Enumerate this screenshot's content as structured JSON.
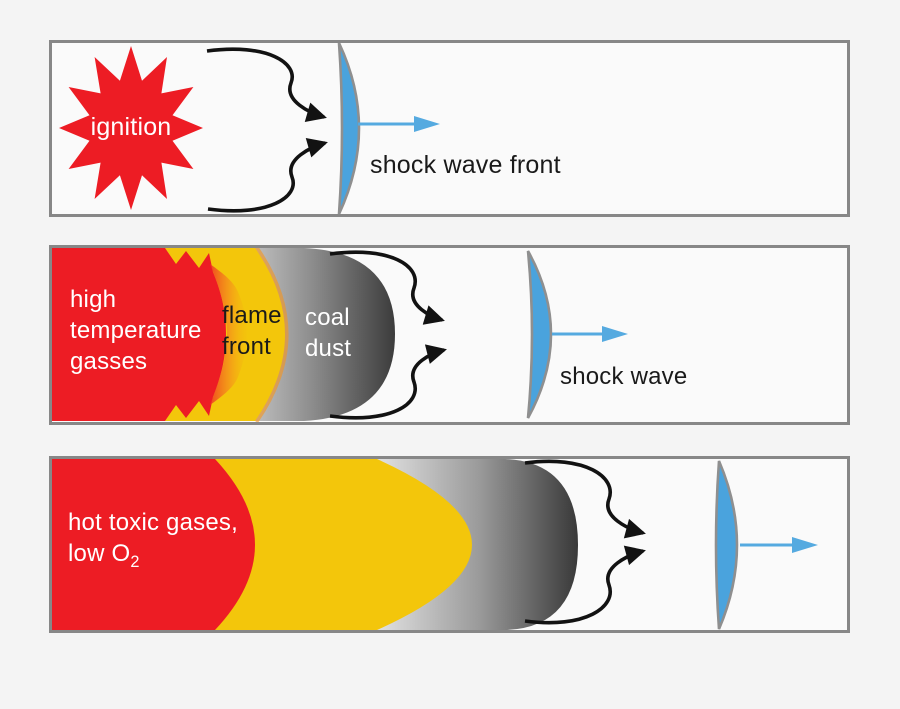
{
  "colors": {
    "red": "#ed1c24",
    "yellow": "#f3c60b",
    "orange_glow": "#f7941d",
    "blue_shock": "#4aa3dd",
    "coal_dust_dark": "#3a3a3a",
    "coal_dust_light": "#d9d9d9",
    "panel_border": "#878787",
    "arrow_black": "#121212",
    "background": "#f4f4f4"
  },
  "panels": [
    {
      "id": "ignition-stage",
      "labels": {
        "ignition": "ignition",
        "shock_front": "shock wave front"
      }
    },
    {
      "id": "flame-propagation-stage",
      "labels": {
        "gas_lines": [
          "high",
          "temperature",
          "gasses"
        ],
        "flame_lines": [
          "flame",
          "front"
        ],
        "coal_lines": [
          "coal",
          "dust"
        ],
        "shock": "shock wave"
      }
    },
    {
      "id": "detonation-stage",
      "labels": {
        "line1": "hot toxic gases,",
        "line2_prefix": "low O",
        "line2_sub": "2"
      }
    }
  ]
}
